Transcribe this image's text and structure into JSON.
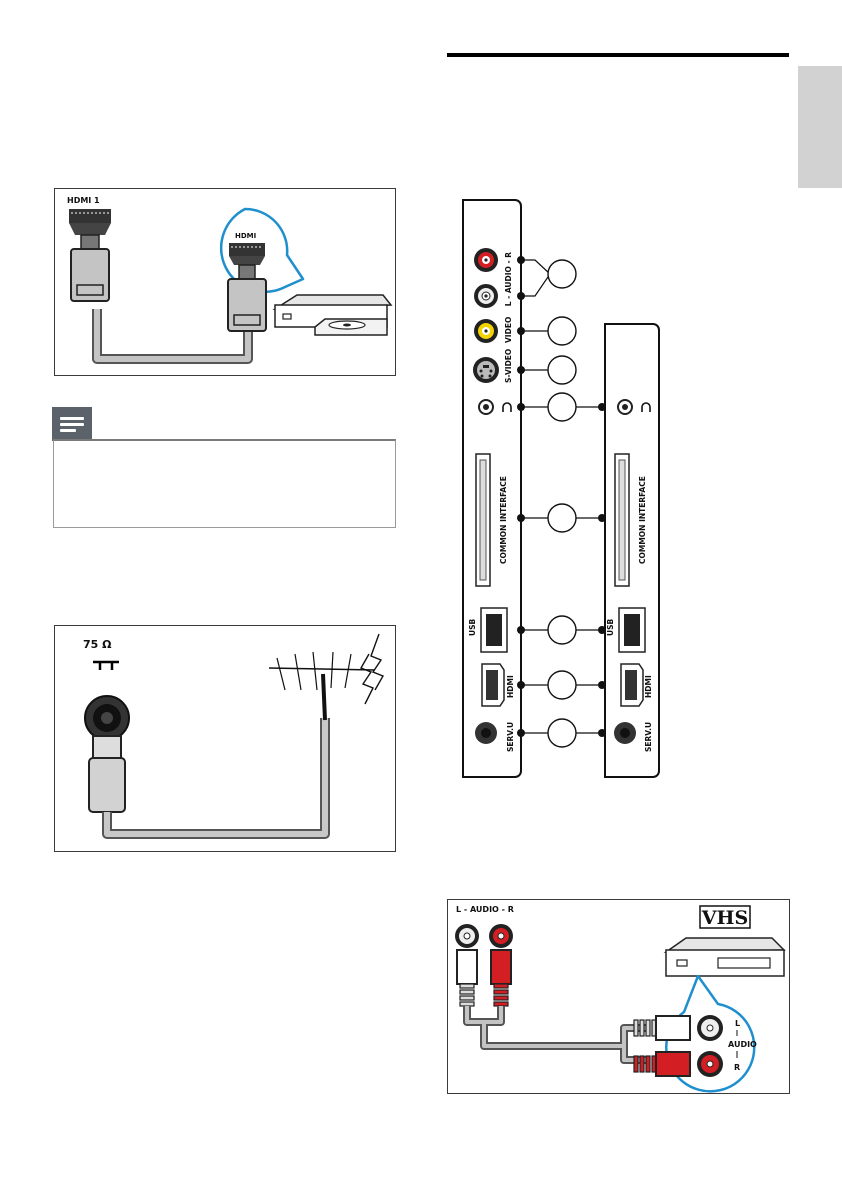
{
  "hdmi_figure": {
    "tv_port_label": "HDMI 1",
    "device_port_label": "HDMI"
  },
  "antenna_figure": {
    "impedance_label": "75 Ω"
  },
  "side_panel": {
    "callout_count": 8,
    "port_labels": {
      "audio": "L - AUDIO - R",
      "video": "VIDEO",
      "svideo": "S-VIDEO",
      "common_interface": "COMMON INTERFACE",
      "usb": "USB",
      "hdmi": "HDMI",
      "serv": "SERV.U"
    }
  },
  "vcr_figure": {
    "tv_audio_label": "L - AUDIO - R",
    "brand_logo": "VHS",
    "device_l": "L",
    "device_audio": "AUDIO",
    "device_r": "R"
  },
  "colors": {
    "cable_grey": "#b9b9b9",
    "highlight_blue": "#1f8fce",
    "audio_red": "#d31f24",
    "video_yellow": "#f2d200",
    "language_tab": "#d2d2d2",
    "note_icon": "#5b6269"
  }
}
